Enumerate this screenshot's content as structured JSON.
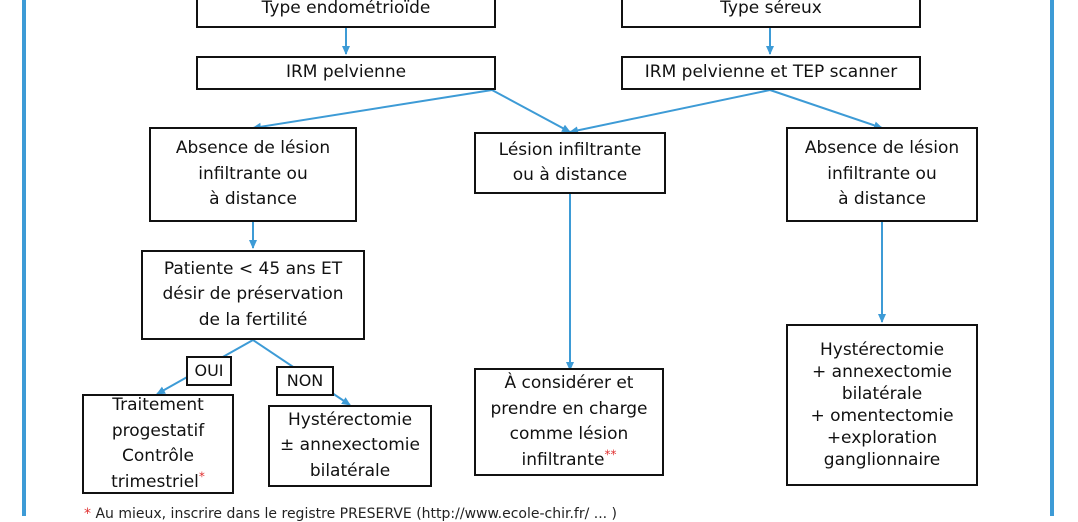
{
  "colors": {
    "frame": "#3d9bd6",
    "arrow": "#3d9bd6",
    "asterisk": "#e03030"
  },
  "nodes": {
    "type_endo": {
      "lines": [
        "Type endométrioïde"
      ]
    },
    "type_sereux": {
      "lines": [
        "Type séreux"
      ]
    },
    "irm": {
      "lines": [
        "IRM pelvienne"
      ]
    },
    "irm_tep": {
      "lines": [
        "IRM pelvienne et TEP scanner"
      ]
    },
    "absence_left": {
      "lines": [
        "Absence de lésion",
        "infiltrante ou",
        "à distance"
      ]
    },
    "lesion": {
      "lines": [
        "Lésion infiltrante",
        "ou à distance"
      ]
    },
    "absence_right": {
      "lines": [
        "Absence de lésion",
        "infiltrante ou",
        "à distance"
      ]
    },
    "patiente": {
      "lines": [
        "Patiente < 45 ans ET",
        "désir de préservation",
        "de la fertilité"
      ]
    },
    "traitement": {
      "lines": [
        "Traitement",
        "progestatif",
        "Contrôle"
      ],
      "last_line": "trimestriel",
      "last_mark": "*"
    },
    "hyst_annex": {
      "lines": [
        "Hystérectomie",
        "± annexectomie",
        "bilatérale"
      ]
    },
    "considerer": {
      "lines": [
        "À considérer et",
        "prendre en charge",
        "comme lésion"
      ],
      "last_line": "infiltrante",
      "last_mark": "**"
    },
    "hyst_full": {
      "lines": [
        "Hystérectomie",
        "+ annexectomie",
        "bilatérale",
        "+ omentectomie",
        "+exploration",
        "ganglionnaire"
      ]
    }
  },
  "branches": {
    "oui": "OUI",
    "non": "NON"
  },
  "footnote": {
    "mark": "*",
    "text": "Au mieux, inscrire dans le registre PRESERVE (http://www.ecole-chir.fr/ ... )"
  }
}
